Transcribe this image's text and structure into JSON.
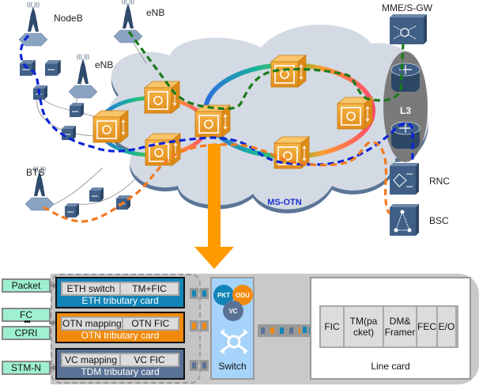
{
  "network": {
    "labels": {
      "nodeb": "NodeB",
      "enb_top": "eNB",
      "enb_left": "eNB",
      "bts": "BTS",
      "mme": "MME/S-GW",
      "l3": "L3",
      "rnc": "RNC",
      "bsc": "BSC",
      "cloud": "MS-OTN"
    },
    "colors": {
      "cloud": "#d3dae3",
      "cloud_shadow": "#5b7597",
      "node_orange": "#f0a030",
      "device_blue": "#3f5f86",
      "path_green": "#1a7a1a",
      "path_blue": "#0a24d8",
      "path_orange": "#f47a20",
      "arrow": "#ff9a00",
      "l3_oval": "#7a7a7a"
    },
    "paths": [
      "green: eNB to MME/S-GW",
      "blue: NodeB to RNC",
      "orange: BTS to BSC"
    ]
  },
  "equipment": {
    "sources": [
      "Packet",
      "FC",
      "CPRI",
      "STM-N"
    ],
    "ellipsis": "•••",
    "tributary_cards": [
      {
        "name": "ETH tributary card",
        "cells": [
          "ETH switch",
          "TM+FIC"
        ],
        "color": "#1384b7"
      },
      {
        "name": "OTN tributary card",
        "cells": [
          "OTN mapping",
          "OTN FIC"
        ],
        "color": "#f18a0c"
      },
      {
        "name": "TDM tributary card",
        "cells": [
          "VC mapping",
          "VC FIC"
        ],
        "color": "#5a7296"
      }
    ],
    "switch": {
      "label": "Switch",
      "circles": [
        {
          "label": "PKT",
          "color": "#1384b7"
        },
        {
          "label": "ODU",
          "color": "#f18a0c"
        },
        {
          "label": "VC",
          "color": "#5a7296"
        }
      ]
    },
    "line_card": {
      "label": "Line card",
      "cells": [
        "FIC",
        "TM(pa cket)",
        "DM& Framer",
        "FEC",
        "E/O"
      ]
    }
  }
}
